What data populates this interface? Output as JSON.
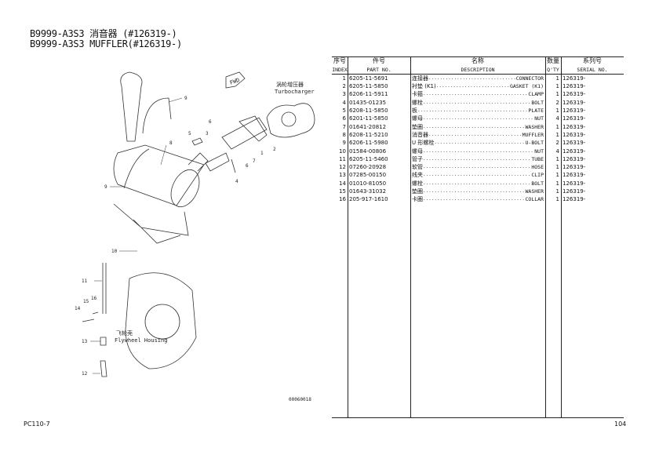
{
  "header": {
    "title_line1": "B9999-A3S3 消音器 (#126319-)",
    "title_line2": "B9999-A3S3 MUFFLER(#126319-)"
  },
  "diagram": {
    "fwd_label": "FWD",
    "turbo_cn": "涡轮增压器",
    "turbo_en": "Turbocharger",
    "flywheel_cn": "飞轮壳",
    "flywheel_en": "Flywheel Housing",
    "drawing_no": "00060018",
    "callouts": [
      "1",
      "2",
      "3",
      "4",
      "5",
      "6",
      "6",
      "7",
      "8",
      "9",
      "9",
      "10",
      "11",
      "12",
      "13",
      "14",
      "15",
      "16"
    ]
  },
  "table": {
    "headers": {
      "index_cn": "序号",
      "index_en": "INDEX",
      "part_cn": "件号",
      "part_en": "PART NO.",
      "desc_cn": "名称",
      "desc_en": "DESCRIPTION",
      "qty_cn": "数量",
      "qty_en": "Q'TY",
      "serial_cn": "系列号",
      "serial_en": "SERIAL NO."
    },
    "rows": [
      {
        "index": "1",
        "part": "6205-11-5691",
        "cn": "连接器",
        "en": "CONNECTOR",
        "qty": "1",
        "serial": "126319-"
      },
      {
        "index": "2",
        "part": "6205-11-5850",
        "cn": "衬垫 (K1)",
        "en": "GASKET (K1)",
        "qty": "1",
        "serial": "126319-"
      },
      {
        "index": "3",
        "part": "6206-11-5911",
        "cn": "卡箍",
        "en": "CLAMP",
        "qty": "1",
        "serial": "126319-"
      },
      {
        "index": "4",
        "part": "01435-01235",
        "cn": "螺栓",
        "en": "BOLT",
        "qty": "2",
        "serial": "126319-"
      },
      {
        "index": "5",
        "part": "6208-11-5850",
        "cn": "板",
        "en": "PLATE",
        "qty": "1",
        "serial": "126319-"
      },
      {
        "index": "6",
        "part": "6201-11-5850",
        "cn": "螺母",
        "en": "NUT",
        "qty": "4",
        "serial": "126319-"
      },
      {
        "index": "7",
        "part": "01641-20812",
        "cn": "垫圈",
        "en": "WASHER",
        "qty": "1",
        "serial": "126319-"
      },
      {
        "index": "8",
        "part": "6208-11-5210",
        "cn": "消音器",
        "en": "MUFFLER",
        "qty": "1",
        "serial": "126319-"
      },
      {
        "index": "9",
        "part": "6206-11-5980",
        "cn": "U 形螺栓",
        "en": "U-BOLT",
        "qty": "2",
        "serial": "126319-"
      },
      {
        "index": "10",
        "part": "01584-00806",
        "cn": "螺母",
        "en": "NUT",
        "qty": "4",
        "serial": "126319-"
      },
      {
        "index": "11",
        "part": "6205-11-5460",
        "cn": "管子",
        "en": "TUBE",
        "qty": "1",
        "serial": "126319-"
      },
      {
        "index": "12",
        "part": "07260-20928",
        "cn": "软管",
        "en": "HOSE",
        "qty": "1",
        "serial": "126319-"
      },
      {
        "index": "13",
        "part": "07285-00150",
        "cn": "线夹",
        "en": "CLIP",
        "qty": "1",
        "serial": "126319-"
      },
      {
        "index": "14",
        "part": "01010-81050",
        "cn": "螺栓",
        "en": "BOLT",
        "qty": "1",
        "serial": "126319-"
      },
      {
        "index": "15",
        "part": "01643-31032",
        "cn": "垫圈",
        "en": "WASHER",
        "qty": "1",
        "serial": "126319-"
      },
      {
        "index": "16",
        "part": "205-917-1610",
        "cn": "卡圈",
        "en": "COLLAR",
        "qty": "1",
        "serial": "126319-"
      }
    ]
  },
  "footer": {
    "model": "PC110-7",
    "page": "104"
  }
}
